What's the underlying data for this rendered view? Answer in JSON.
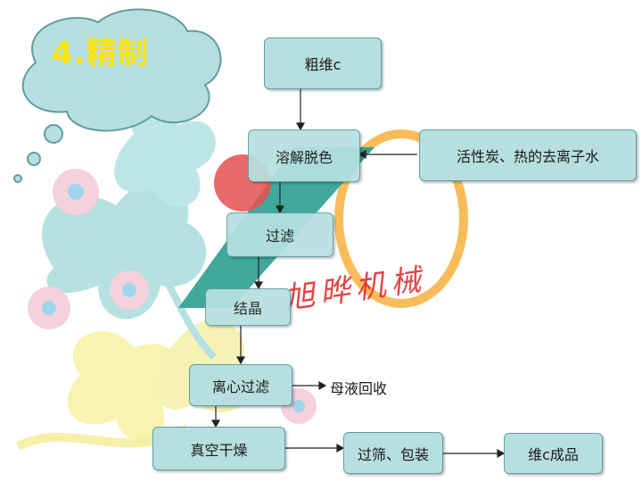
{
  "title": "4.精制",
  "watermark": "旭晔机械",
  "steps": {
    "crude": "粗维c",
    "dissolve": "溶解脱色",
    "filter": "过滤",
    "crystal": "结晶",
    "centrifuge": "离心过滤",
    "vacuum_dry": "真空干燥",
    "sieve_pack": "过筛、包装",
    "product": "维c成品"
  },
  "inputs": {
    "activated_carbon": "活性炭、热的去离子水"
  },
  "outputs": {
    "mother_liquor": "母液回收"
  },
  "colors": {
    "box_fill": "#b7dfe0",
    "box_border": "#5f9ea0",
    "title": "#ffe400",
    "cloud": "#b7dfe0"
  }
}
